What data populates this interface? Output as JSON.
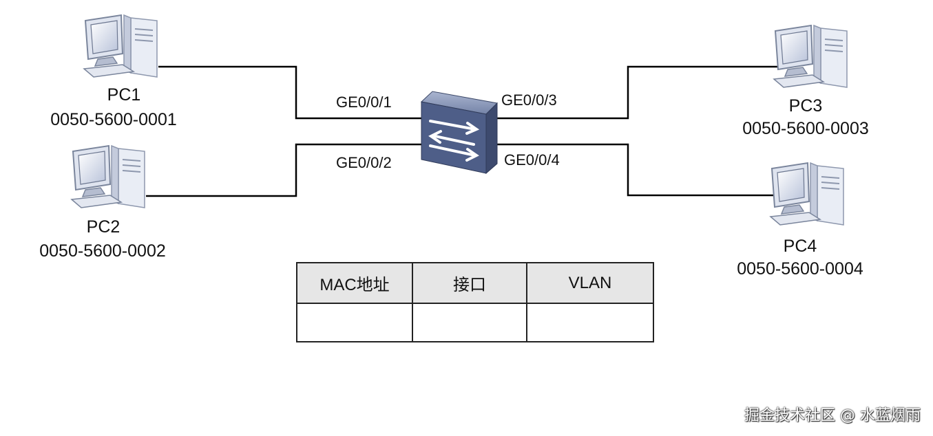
{
  "pcs": [
    {
      "name": "PC1",
      "mac": "0050-5600-0001"
    },
    {
      "name": "PC2",
      "mac": "0050-5600-0002"
    },
    {
      "name": "PC3",
      "mac": "0050-5600-0003"
    },
    {
      "name": "PC4",
      "mac": "0050-5600-0004"
    }
  ],
  "ports": {
    "p1": "GE0/0/1",
    "p2": "GE0/0/2",
    "p3": "GE0/0/3",
    "p4": "GE0/0/4"
  },
  "table": {
    "headers": [
      "MAC地址",
      "接口",
      "VLAN"
    ],
    "rows": [
      [
        "",
        "",
        ""
      ]
    ]
  },
  "watermark": "掘金技术社区 @ 水蓝烟雨",
  "colors": {
    "switch": "#4a5a82",
    "line": "#000000",
    "pc": "#cfd6e6"
  }
}
